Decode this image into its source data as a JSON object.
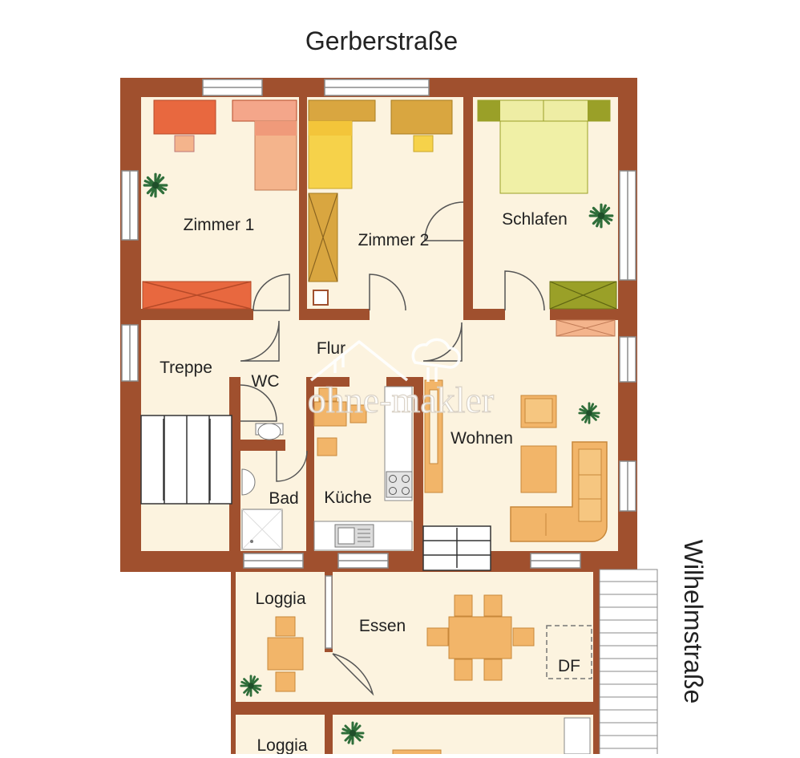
{
  "streets": {
    "north": "Gerberstraße",
    "east": "Wilhelmstraße"
  },
  "rooms": {
    "zimmer1": "Zimmer 1",
    "zimmer2": "Zimmer 2",
    "schlafen": "Schlafen",
    "flur": "Flur",
    "treppe": "Treppe",
    "wc": "WC",
    "wohnen": "Wohnen",
    "bad": "Bad",
    "kueche": "Küche",
    "loggia1": "Loggia",
    "essen": "Essen",
    "df": "DF",
    "loggia2": "Loggia"
  },
  "watermark": "ohne-makler",
  "colors": {
    "wall": "#a0502e",
    "floor": "#fcf3df",
    "bed_orange": "#f4b48c",
    "desk_red": "#e8683f",
    "yellow": "#f6d24a",
    "ochre": "#d9a640",
    "olive": "#9aa028",
    "light_green": "#eeeda4",
    "sofa": "#f2b569",
    "plant": "#2f6e3a"
  },
  "icons": [
    "plant-icon",
    "door-swing-icon",
    "window-icon",
    "stove-icon",
    "sink-icon",
    "toilet-icon",
    "shower-icon",
    "house-logo-icon"
  ]
}
